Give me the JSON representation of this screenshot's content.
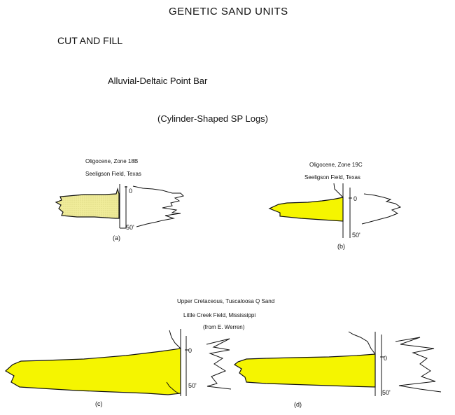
{
  "titles": {
    "main": "GENETIC SAND UNITS",
    "category": "CUT AND FILL",
    "subtitle": "Alluvial-Deltaic Point Bar",
    "note": "(Cylinder-Shaped SP Logs)"
  },
  "logs": {
    "a": {
      "caption_line1": "Oligocene, Zone 18B",
      "caption_line2": "Seeligson Field, Texas",
      "label": "(a)",
      "depth_top": "0",
      "depth_bottom": "50'"
    },
    "b": {
      "caption_line1": "Oligocene, Zone 19C",
      "caption_line2": "Seeligson Field, Texas",
      "label": "(b)",
      "depth_top": "0",
      "depth_bottom": "50'"
    },
    "c": {
      "label": "(c)",
      "depth_top": "0",
      "depth_bottom": "50'"
    },
    "d": {
      "label": "(d)",
      "depth_top": "0",
      "depth_bottom": "50'"
    },
    "cd_caption": {
      "line1": "Upper Cretaceous, Tuscaloosa Q Sand",
      "line2": "Little Creek Field, Mississippi",
      "line3": "(from E. Werren)"
    }
  },
  "colors": {
    "sand_fill_a": "#f0ec9a",
    "sand_fill": "#f5f500",
    "line": "#111111"
  }
}
